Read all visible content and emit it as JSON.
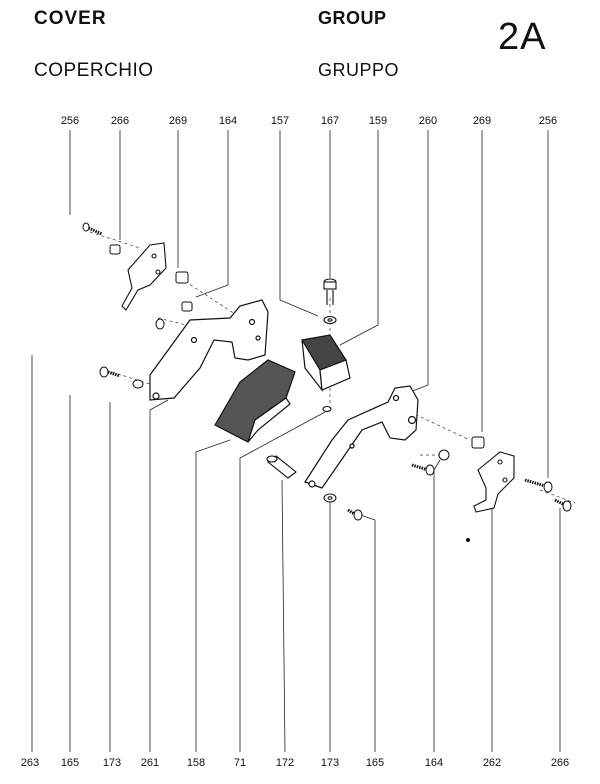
{
  "header": {
    "title_en": "COVER",
    "title_it": "COPERCHIO",
    "group_en": "GROUP",
    "group_it": "GRUPPO",
    "group_number": "2A"
  },
  "callouts": {
    "top": [
      "256",
      "266",
      "269",
      "164",
      "157",
      "167",
      "159",
      "260",
      "269",
      "256"
    ],
    "bottom": [
      "263",
      "165",
      "173",
      "261",
      "158",
      "71",
      "172",
      "173",
      "165",
      "164",
      "262",
      "266"
    ]
  }
}
